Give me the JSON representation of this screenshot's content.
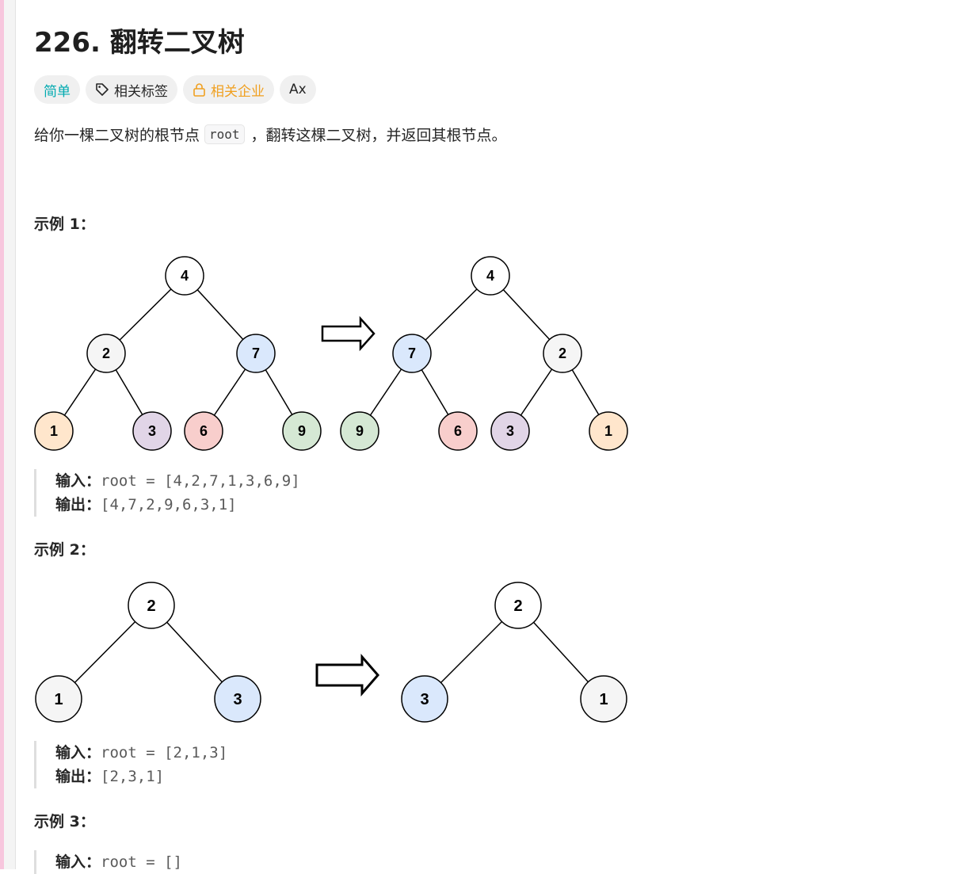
{
  "problem": {
    "title": "226. 翻转二叉树",
    "tags": {
      "difficulty": "简单",
      "related_tags": "相关标签",
      "related_companies": "相关企业",
      "translate": "Ax"
    },
    "description": {
      "before": "给你一棵二叉树的根节点",
      "code": "root",
      "after": "，翻转这棵二叉树，并返回其根节点。"
    }
  },
  "examples": [
    {
      "heading": "示例 1：",
      "input_label": "输入：",
      "input_value": "root = [4,2,7,1,3,6,9]",
      "output_label": "输出：",
      "output_value": "[4,7,2,9,6,3,1]",
      "tree_before": [
        "4",
        "2",
        "7",
        "1",
        "3",
        "6",
        "9"
      ],
      "tree_after": [
        "4",
        "7",
        "2",
        "9",
        "6",
        "3",
        "1"
      ]
    },
    {
      "heading": "示例 2：",
      "input_label": "输入：",
      "input_value": "root = [2,1,3]",
      "output_label": "输出：",
      "output_value": "[2,3,1]",
      "tree_before": [
        "2",
        "1",
        "3"
      ],
      "tree_after": [
        "2",
        "3",
        "1"
      ]
    },
    {
      "heading": "示例 3：",
      "input_label": "输入：",
      "input_value": "root = []"
    }
  ],
  "colors": {
    "white": "#ffffff",
    "gray": "#f5f5f5",
    "blue": "#dae8fc",
    "orange": "#ffe6cc",
    "purple": "#e1d5e7",
    "red": "#f8cecc",
    "green": "#d5e8d4"
  }
}
